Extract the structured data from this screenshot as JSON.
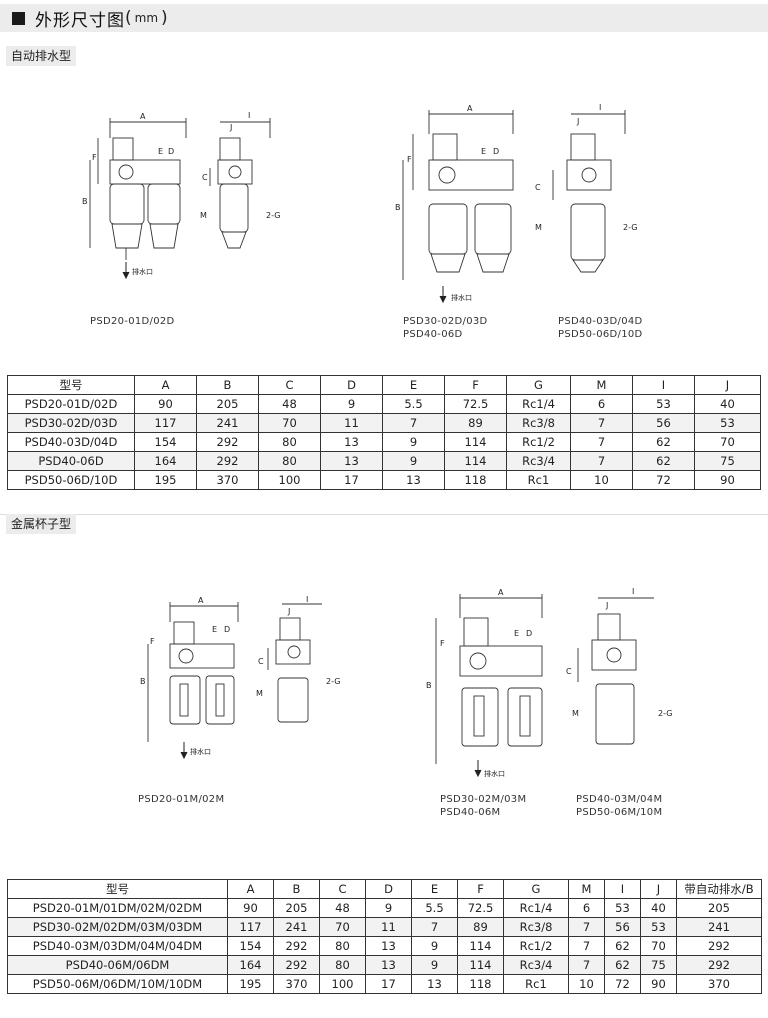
{
  "title": {
    "text": "外形尺寸图",
    "paren_open": "(",
    "unit": "mm",
    "paren_close": ")"
  },
  "sections": {
    "auto_drain": {
      "label": "自动排水型",
      "drain_label": "排水口",
      "captions": [
        "PSD20-01D/02D",
        "PSD30-02D/03D",
        "PSD40-06D",
        "PSD40-03D/04D",
        "PSD50-06D/10D"
      ],
      "table": {
        "headers": [
          "型号",
          "A",
          "B",
          "C",
          "D",
          "E",
          "F",
          "G",
          "M",
          "I",
          "J"
        ],
        "rows": [
          [
            "PSD20-01D/02D",
            "90",
            "205",
            "48",
            "9",
            "5.5",
            "72.5",
            "Rc1/4",
            "6",
            "53",
            "40"
          ],
          [
            "PSD30-02D/03D",
            "117",
            "241",
            "70",
            "11",
            "7",
            "89",
            "Rc3/8",
            "7",
            "56",
            "53"
          ],
          [
            "PSD40-03D/04D",
            "154",
            "292",
            "80",
            "13",
            "9",
            "114",
            "Rc1/2",
            "7",
            "62",
            "70"
          ],
          [
            "PSD40-06D",
            "164",
            "292",
            "80",
            "13",
            "9",
            "114",
            "Rc3/4",
            "7",
            "62",
            "75"
          ],
          [
            "PSD50-06D/10D",
            "195",
            "370",
            "100",
            "17",
            "13",
            "118",
            "Rc1",
            "10",
            "72",
            "90"
          ]
        ]
      }
    },
    "metal_bowl": {
      "label": "金属杯子型",
      "drain_label": "排水口",
      "captions": [
        "PSD20-01M/02M",
        "PSD30-02M/03M",
        "PSD40-06M",
        "PSD40-03M/04M",
        "PSD50-06M/10M"
      ],
      "table": {
        "headers": [
          "型号",
          "A",
          "B",
          "C",
          "D",
          "E",
          "F",
          "G",
          "M",
          "I",
          "J",
          "带自动排水/B"
        ],
        "rows": [
          [
            "PSD20-01M/01DM/02M/02DM",
            "90",
            "205",
            "48",
            "9",
            "5.5",
            "72.5",
            "Rc1/4",
            "6",
            "53",
            "40",
            "205"
          ],
          [
            "PSD30-02M/02DM/03M/03DM",
            "117",
            "241",
            "70",
            "11",
            "7",
            "89",
            "Rc3/8",
            "7",
            "56",
            "53",
            "241"
          ],
          [
            "PSD40-03M/03DM/04M/04DM",
            "154",
            "292",
            "80",
            "13",
            "9",
            "114",
            "Rc1/2",
            "7",
            "62",
            "70",
            "292"
          ],
          [
            "PSD40-06M/06DM",
            "164",
            "292",
            "80",
            "13",
            "9",
            "114",
            "Rc3/4",
            "7",
            "62",
            "75",
            "292"
          ],
          [
            "PSD50-06M/06DM/10M/10DM",
            "195",
            "370",
            "100",
            "17",
            "13",
            "118",
            "Rc1",
            "10",
            "72",
            "90",
            "370"
          ]
        ]
      }
    }
  },
  "dimension_letters": {
    "A": "A",
    "B": "B",
    "C": "C",
    "D": "D",
    "E": "E",
    "F": "F",
    "G": "2-G",
    "M": "M",
    "I": "I",
    "J": "J"
  }
}
